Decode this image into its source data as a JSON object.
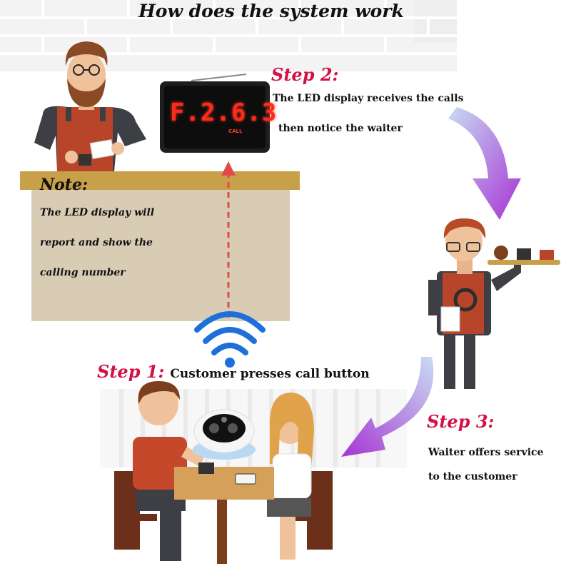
{
  "title": "How does the system work",
  "step1": {
    "heading": "Step 1:",
    "text": "Customer presses call button"
  },
  "step2": {
    "heading": "Step 2:",
    "line1": "The LED display receives the calls",
    "line2": "then notice the waiter"
  },
  "step3": {
    "heading": "Step 3:",
    "line1": "Waiter offers service",
    "line2": "to the customer"
  },
  "note": {
    "heading": "Note:",
    "lines": [
      "The LED display will",
      "report and show the",
      "calling number"
    ]
  },
  "led_display": {
    "text": "F.2.6.3",
    "label": "CALL"
  },
  "colors": {
    "step_heading": "#d31145",
    "counter_top": "#c9a04a",
    "counter_body": "#d9ccb5",
    "arrow_start": "#b7cde9",
    "arrow_end": "#b23bd6",
    "signal": "#1e6fd9",
    "apron": "#b8452a",
    "led_digits": "#ff2a1a"
  },
  "icons": [
    "wifi-signal-icon",
    "call-button-icon",
    "led-display-icon",
    "curved-arrow-icon"
  ]
}
